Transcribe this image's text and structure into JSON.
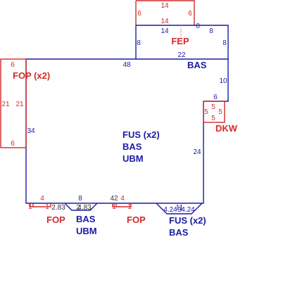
{
  "colors": {
    "main_outline": "#1a1aa6",
    "addition_outline": "#d42a2a",
    "small_dims": "#333333",
    "background": "#ffffff"
  },
  "dimensions": {
    "fep_top": "14",
    "fep_left": "6",
    "fep_right": "6",
    "fep_bottom": "14",
    "upper_top": "14",
    "upper_gap": "0",
    "upper_tick": "8",
    "upper_left": "8",
    "upper_right": "8",
    "upper_bottom": "22",
    "main_top": "48",
    "right_step": "10",
    "step_bottom": "6",
    "dkw_top": "5",
    "dkw_left": "5",
    "dkw_right": "5",
    "dkw_bottom": "5",
    "left_fop_top": "6",
    "left_fop_outer": "21",
    "left_fop_inner": "21",
    "left_fop_bottom": "6",
    "main_left": "34",
    "main_right": "24",
    "bottom_fop1_top": "4",
    "bottom_fop1_left": "1",
    "bottom_fop1_right": "1",
    "bottom_fop1_run": "2.83",
    "bottom_bas_top": "8",
    "bottom_bas_inner": "2",
    "bottom_bas_run": "4.83",
    "bottom_mid": "42",
    "bottom_fop2_top": "4",
    "bottom_fop2_left": "1",
    "bottom_fop2_right": "1",
    "bottom_fus_top": "11",
    "bottom_fus_left": "4.24",
    "bottom_fus_right": "4.24",
    "bottom_fus_mid": "3"
  },
  "labels": {
    "fep": "FEP",
    "upper_bas": "BAS",
    "left_fop": "FOP (x2)",
    "dkw": "DKW",
    "main_line1": "FUS (x2)",
    "main_line2": "BAS",
    "main_line3": "UBM",
    "bottom_fop1": "FOP",
    "bottom_bas_line1": "BAS",
    "bottom_bas_line2": "UBM",
    "bottom_fop2": "FOP",
    "bottom_fus_line1": "FUS (x2)",
    "bottom_fus_line2": "BAS"
  }
}
